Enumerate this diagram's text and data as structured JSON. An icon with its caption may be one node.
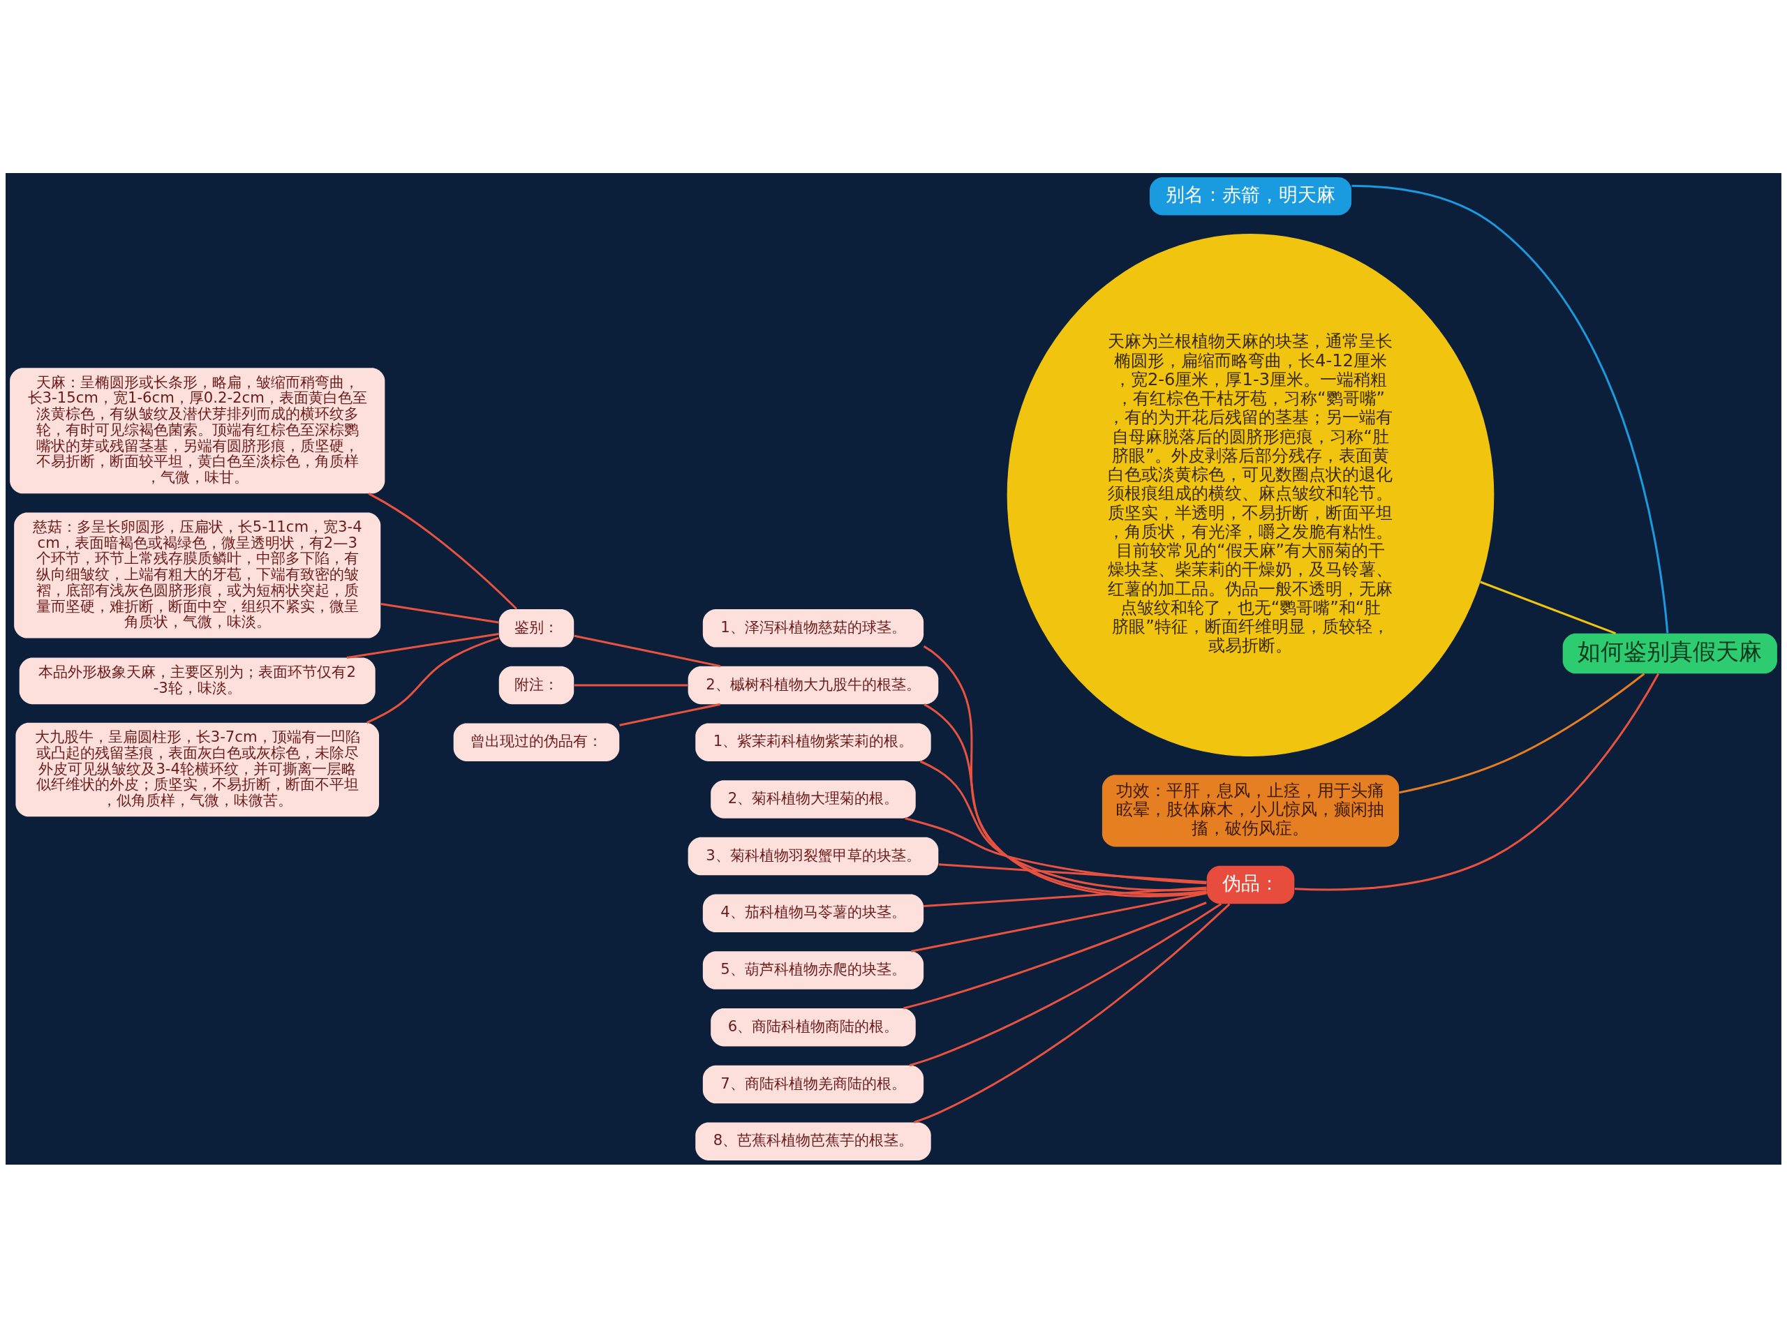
{
  "diagram": {
    "nodes": [
      {
        "text": [
          "如何鉴别真假天麻"
        ]
      },
      {
        "text": [
          "别名：赤箭，明天麻"
        ]
      },
      {
        "text": [
          "天麻为兰根植物天麻的块茎，通常呈长椭圆形，扁缩而略弯曲，长4-12厘米，宽2-6厘米，厚1-3厘米。一端稍粗，有红棕色干枯牙苞，习称“鹦哥嘴”，有的为开花后残留的茎基；另一端有自母麻脱落后的圆脐形疤痕，习称“肚脐眼”。外皮剥落后部分残存，表面黄白色或淡黄棕色，可见数圈点状的退化须根痕组成的横纹、麻点皱纹和轮节。质坚实，半透明，不易折断，断面平坦，角质状，有光泽，嚼之发脆有粘性。目前较常见的“假天麻”有大丽菊的干燥块茎、柴茉莉的干燥奶，及马铃薯、红薯的加工品。伪品一般不透明，无麻点皱纹和轮了，也无“鹦哥嘴”和“肚脐眼”特征，断面纤维明显，质较轻，或易折断。"
        ]
      },
      {
        "text": [
          "功效：平肝，息风，止痉，用于头痛眩晕，肢体麻木，小儿惊风，癫闲抽搐，破伤风症。"
        ]
      },
      {
        "text": [
          "伪品："
        ]
      },
      {
        "text": [
          "1、泽泻科植物慈菇的球茎。"
        ]
      },
      {
        "text": [
          "2、槭树科植物大九股牛的根茎。"
        ]
      },
      {
        "text": [
          "鉴别："
        ]
      },
      {
        "text": [
          "天麻：呈椭圆形或长条形，略扁，皱缩而稍弯曲，长3-15cm，宽1-6cm，厚0.2-2cm，表面黄白色至淡黄棕色，有纵皱纹及潜伏芽排列而成的横环纹多轮，有时可见综褐色菌索。顶端有红棕色至深棕鹦嘴状的芽或残留茎基，另端有圆脐形痕，质坚硬，不易折断，断面较平坦，黄白色至淡棕色，角质样，气微，味甘。"
        ]
      },
      {
        "text": [
          "慈菇：多呈长卵圆形，压扁状，长5-11cm，宽3-4cm，表面暗褐色或褐绿色，微呈透明状，有2—3个环节，环节上常残存膜质鳞叶，中部多下陷，有纵向细皱纹，上端有粗大的牙苞，下端有致密的皱褶，底部有浅灰色圆脐形痕，或为短柄状突起，质量而坚硬，难折断，断面中空，组织不紧实，微呈角质状，气微，味淡。"
        ]
      },
      {
        "text": [
          "本品外形极象天麻，主要区别为；表面环节仅有2-3轮，味淡。"
        ]
      },
      {
        "text": [
          "大九股牛，呈扁圆柱形，长3-7cm，顶端有一凹陷或凸起的残留茎痕，表面灰白色或灰棕色，未除尽外皮可见纵皱纹及3-4轮横环纹，并可撕离一层略似纤维状的外皮；质坚实，不易折断，断面不平坦，似角质样，气微，味微苦。"
        ]
      },
      {
        "text": [
          "附注："
        ]
      },
      {
        "text": [
          "曾出现过的伪品有："
        ]
      },
      {
        "text": [
          "1、紫茉莉科植物紫茉莉的根。"
        ]
      },
      {
        "text": [
          "2、菊科植物大理菊的根。"
        ]
      },
      {
        "text": [
          "3、菊科植物羽裂蟹甲草的块茎。"
        ]
      },
      {
        "text": [
          "4、茄科植物马苓薯的块茎。"
        ]
      },
      {
        "text": [
          "5、葫芦科植物赤爬的块茎。"
        ]
      },
      {
        "text": [
          "6、商陆科植物商陆的根。"
        ]
      },
      {
        "text": [
          "7、商陆科植物羌商陆的根。"
        ]
      },
      {
        "text": [
          "8、芭蕉科植物芭蕉芋的根茎。"
        ]
      }
    ],
    "edges": [
      {
        "from": 0,
        "to": 1,
        "arrow": "none",
        "color": "#1a9be0"
      },
      {
        "from": 0,
        "to": 2,
        "arrow": "none",
        "color": "#f1c40f"
      },
      {
        "from": 0,
        "to": 3,
        "arrow": "none",
        "color": "#e67e22"
      },
      {
        "from": 0,
        "to": 4,
        "arrow": "none"
      },
      {
        "from": 4,
        "to": 5,
        "arrow": "none"
      },
      {
        "from": 4,
        "to": 6,
        "arrow": "none"
      },
      {
        "from": 6,
        "to": 7,
        "arrow": "none"
      },
      {
        "from": 7,
        "to": 8,
        "arrow": "none"
      },
      {
        "from": 7,
        "to": 9,
        "arrow": "none"
      },
      {
        "from": 7,
        "to": 10,
        "arrow": "none"
      },
      {
        "from": 7,
        "to": 11,
        "arrow": "none"
      },
      {
        "from": 6,
        "to": 12,
        "arrow": "none"
      },
      {
        "from": 6,
        "to": 13,
        "arrow": "none"
      },
      {
        "from": 4,
        "to": 14,
        "arrow": "none"
      },
      {
        "from": 4,
        "to": 15,
        "arrow": "none"
      },
      {
        "from": 4,
        "to": 16,
        "arrow": "none"
      },
      {
        "from": 4,
        "to": 17,
        "arrow": "none"
      },
      {
        "from": 4,
        "to": 18,
        "arrow": "none"
      },
      {
        "from": 4,
        "to": 19,
        "arrow": "none"
      },
      {
        "from": 4,
        "to": 20,
        "arrow": "none"
      },
      {
        "from": 4,
        "to": 21,
        "arrow": "none"
      }
    ]
  }
}
